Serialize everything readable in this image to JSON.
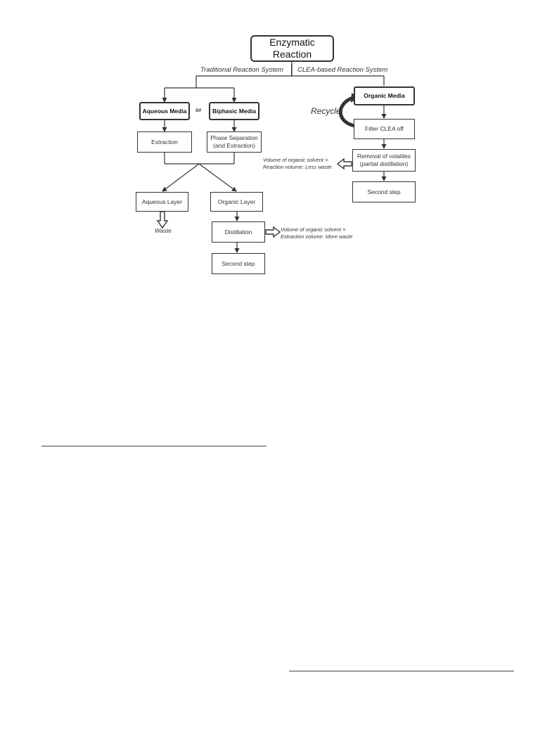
{
  "nodes": {
    "enzymatic_reaction": "Enzymatic Reaction",
    "aqueous_media": "Aqueous Media",
    "or": "or",
    "biphasic_media": "Biphasic Media",
    "extraction": "Extraction",
    "phase_separation": "Phase Separation\n(and Extraction)",
    "aqueous_layer": "Aqueous Layer",
    "organic_layer": "Organic Layer",
    "distillation": "Distillation",
    "second_step_left": "Second step",
    "organic_media": "Organic Media",
    "filter_clea": "Filter CLEA off",
    "removal_volatiles": "Removal of volatiles\n(partial distillation)",
    "second_step_right": "Second step"
  },
  "labels": {
    "traditional": "Traditional Reaction System",
    "clea_based": "CLEA-based Reaction System",
    "recycle": "Recycle",
    "waste": "Waste",
    "note_less_waste": "Volume of organic solvent =\nReaction volume: Less waste",
    "note_more_waste": "Volume of organic solvent =\nExtraction volume: More waste"
  },
  "colors": {
    "stroke": "#333333",
    "text": "#222222"
  }
}
